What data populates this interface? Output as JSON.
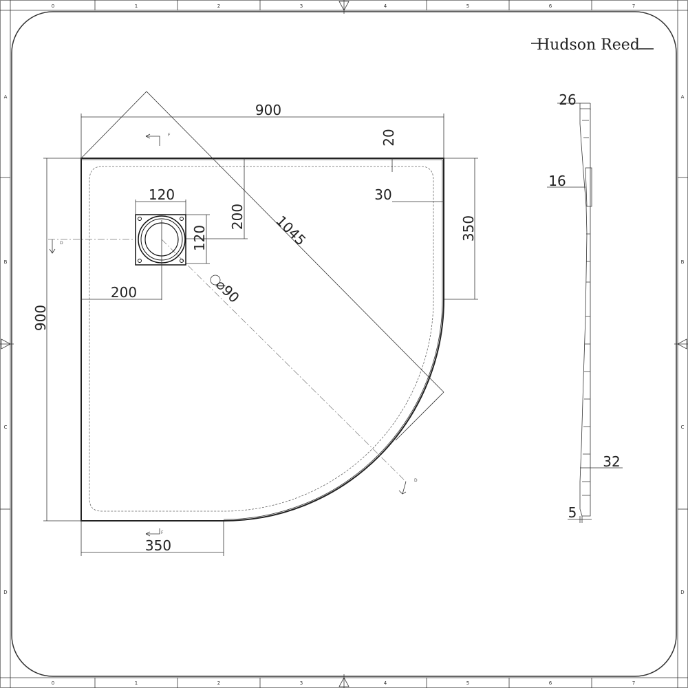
{
  "logo": {
    "text": "Hudson Reed"
  },
  "border": {
    "columns": [
      "0",
      "1",
      "2",
      "3",
      "4",
      "5",
      "6",
      "7"
    ],
    "rows": [
      "A",
      "B",
      "C",
      "D"
    ]
  },
  "plan_view": {
    "width_top": "900",
    "height_left": "900",
    "rim_depth": "20",
    "rim_inset": "30",
    "straight_side_right": "350",
    "straight_side_bottom": "350",
    "diagonal": "1045",
    "drain_width": "120",
    "drain_height": "120",
    "drain_from_top": "200",
    "drain_from_left": "200",
    "drain_diameter": "⌀90",
    "section_marks": [
      "D",
      "D",
      "F",
      "F"
    ]
  },
  "side_view": {
    "top_thickness": "26",
    "drain_depth": "16",
    "total_thickness": "32",
    "edge_thickness": "5"
  }
}
